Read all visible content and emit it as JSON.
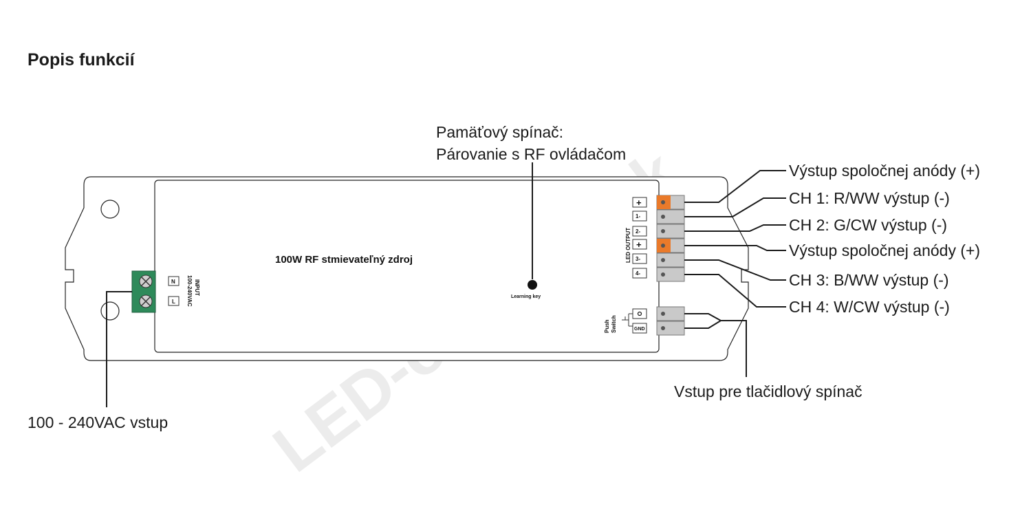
{
  "heading": "Popis funkcií",
  "watermark": "LED-obchod.sk",
  "device": {
    "product_label": "100W RF stmievateľný zdroj",
    "learning_key_label": "Learning key",
    "input_label_line1": "INPUT",
    "input_label_line2": "100-240VAC",
    "input_terminals": [
      "N",
      "L"
    ],
    "led_output_label": "LED OUTPUT",
    "output_terminals": [
      "+",
      "1-",
      "2-",
      "+",
      "3-",
      "4-"
    ],
    "push_switch_label_line1": "Push",
    "push_switch_label_line2": "Switch",
    "push_switch_terminals": [
      "",
      "GND"
    ]
  },
  "callouts": {
    "learning_key_line1": "Pamäťový spínač:",
    "learning_key_line2": "Párovanie s RF ovládačom",
    "output_anode_1": "Výstup spoločnej anódy (+)",
    "output_ch1": "CH 1: R/WW výstup (-)",
    "output_ch2": "CH 2: G/CW výstup (-)",
    "output_anode_2": "Výstup spoločnej anódy (+)",
    "output_ch3": "CH 3: B/WW výstup (-)",
    "output_ch4": "CH 4: W/CW výstup (-)",
    "push_switch_input": "Vstup pre tlačidlový spínač",
    "ac_input": "100 - 240VAC vstup"
  },
  "colors": {
    "anode_terminal": "#ea7a2a",
    "terminal_grey": "#c9c9c9",
    "input_terminal_green": "#2e8a5a"
  }
}
